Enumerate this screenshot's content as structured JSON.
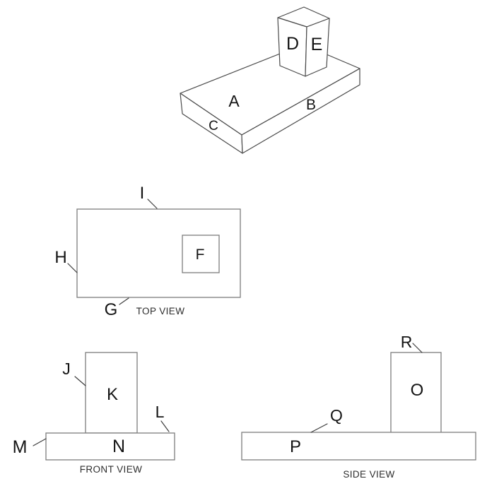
{
  "colors": {
    "background": "#ffffff",
    "isometric_line": "#4a4a4a",
    "view_outline": "#7d7d7d",
    "leader_line": "#3d3d3d",
    "label_text": "#141414",
    "caption_text": "#2d2d2d"
  },
  "isometric_view": {
    "labels": {
      "slab_top_face": "A",
      "slab_front_face": "B",
      "slab_left_face": "C",
      "box_front_face": "D",
      "box_right_face": "E"
    }
  },
  "top_view": {
    "caption": "TOP VIEW",
    "labels": {
      "inner_square": "F",
      "bottom_edge": "G",
      "left_edge": "H",
      "top_edge": "I"
    }
  },
  "front_view": {
    "caption": "FRONT VIEW",
    "labels": {
      "tower_left_edge": "J",
      "tower_face": "K",
      "base_top_edge": "L",
      "base_left_edge": "M",
      "base_face": "N"
    }
  },
  "side_view": {
    "caption": "SIDE VIEW",
    "labels": {
      "tower_face": "O",
      "base_face": "P",
      "base_top_edge": "Q",
      "tower_top_edge": "R"
    }
  }
}
